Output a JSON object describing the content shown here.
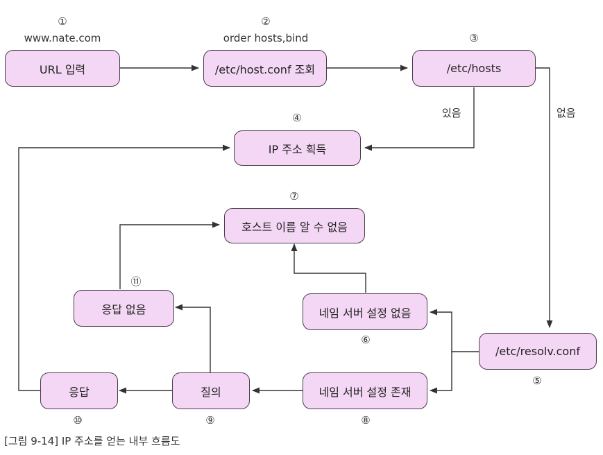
{
  "nodes": {
    "n1": {
      "num": "①",
      "sub": "www.nate.com",
      "label": "URL 입력"
    },
    "n2": {
      "num": "②",
      "sub": "order hosts,bind",
      "label": "/etc/host.conf 조회"
    },
    "n3": {
      "num": "③",
      "label": "/etc/hosts"
    },
    "n4": {
      "num": "④",
      "label": "IP 주소 획득"
    },
    "n5": {
      "num": "⑤",
      "label": "/etc/resolv.conf"
    },
    "n6": {
      "num": "⑥",
      "label": "네임 서버 설정 없음"
    },
    "n7": {
      "num": "⑦",
      "label": "호스트 이름 알 수 없음"
    },
    "n8": {
      "num": "⑧",
      "label": "네임 서버 설정 존재"
    },
    "n9": {
      "num": "⑨",
      "label": "질의"
    },
    "n10": {
      "num": "⑩",
      "label": "응답"
    },
    "n11": {
      "num": "⑪",
      "label": "응답 없음"
    }
  },
  "edges": {
    "yes": "있음",
    "no": "없음"
  },
  "caption": "[그림 9-14] IP 주소를 얻는 내부 흐름도",
  "colors": {
    "box_fill": "#f4d7f4",
    "box_border": "#4a3a4a",
    "line": "#333333"
  }
}
